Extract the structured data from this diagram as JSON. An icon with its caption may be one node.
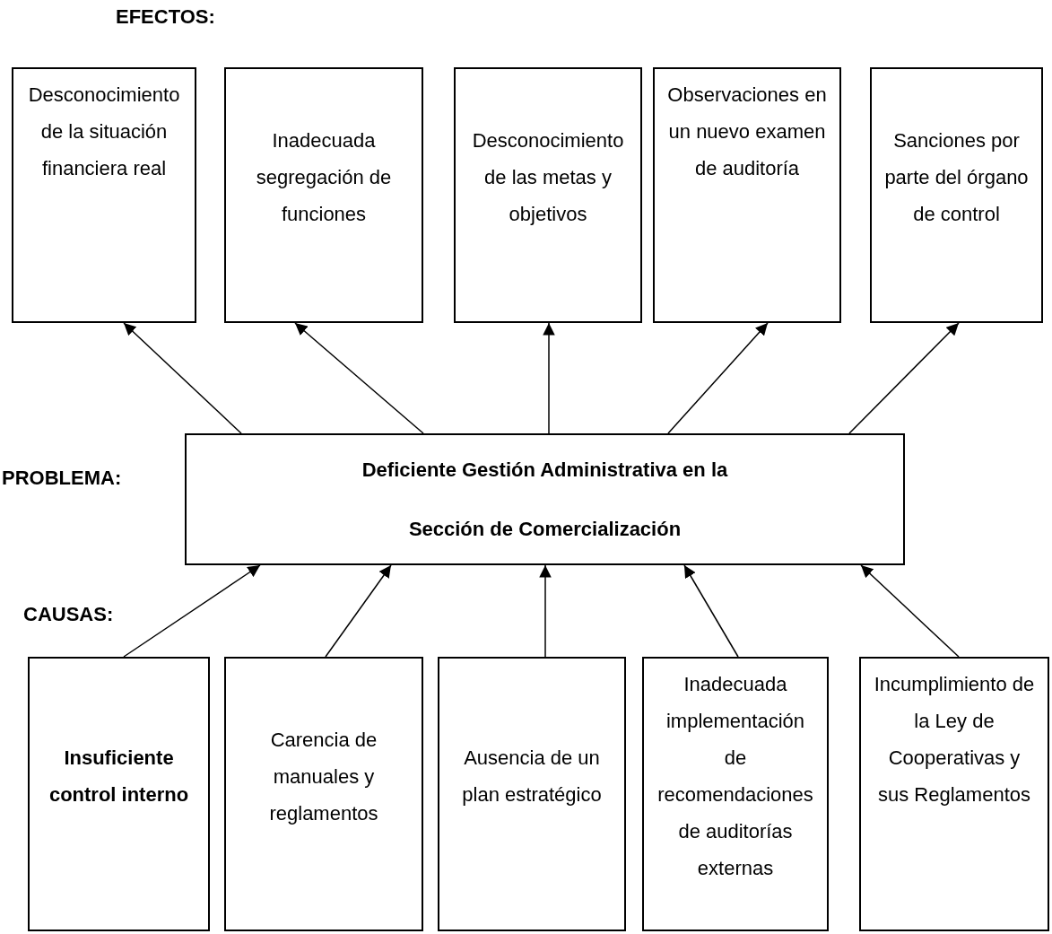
{
  "diagram": {
    "nodes": [
      {
        "text": [
          "Desconocimiento de la situación financiera real"
        ]
      },
      {
        "text": [
          "Inadecuada segregación de funciones"
        ]
      },
      {
        "text": [
          "Desconocimiento de las metas y objetivos"
        ]
      },
      {
        "text": [
          "Observaciones en un nuevo examen de auditoría"
        ]
      },
      {
        "text": [
          "Sanciones por parte del órgano de control"
        ]
      },
      {
        "text": [
          "Deficiente Gestión Administrativa en la Sección de Comercialización"
        ]
      },
      {
        "text": [
          "Insuficiente control interno"
        ]
      },
      {
        "text": [
          "Carencia de manuales y reglamentos"
        ]
      },
      {
        "text": [
          "Ausencia de un plan estratégico"
        ]
      },
      {
        "text": [
          "Inadecuada implementación de recomendaciones de auditorías externas"
        ]
      },
      {
        "text": [
          "Incumplimiento de la Ley de Cooperativas y sus Reglamentos"
        ]
      }
    ],
    "edges": [
      {
        "from": 5,
        "to": 0,
        "arrow": "to"
      },
      {
        "from": 5,
        "to": 1,
        "arrow": "to"
      },
      {
        "from": 5,
        "to": 2,
        "arrow": "to"
      },
      {
        "from": 5,
        "to": 3,
        "arrow": "to"
      },
      {
        "from": 5,
        "to": 4,
        "arrow": "to"
      },
      {
        "from": 6,
        "to": 5,
        "arrow": "to"
      },
      {
        "from": 7,
        "to": 5,
        "arrow": "to"
      },
      {
        "from": 8,
        "to": 5,
        "arrow": "to"
      },
      {
        "from": 9,
        "to": 5,
        "arrow": "to"
      },
      {
        "from": 10,
        "to": 5,
        "arrow": "to"
      }
    ],
    "labels": [
      "EFECTOS:",
      "PROBLEMA:",
      "CAUSAS:"
    ]
  }
}
